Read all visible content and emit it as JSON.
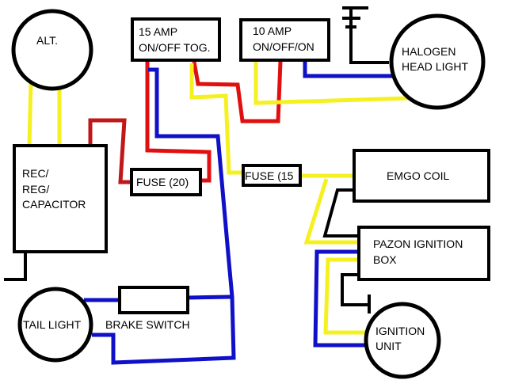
{
  "title": "Motorcycle wiring diagram",
  "colors": {
    "outline": "#000000",
    "red_wire": "#e01010",
    "dark_red_wire": "#c01818",
    "yellow_wire": "#f5f020",
    "blue_wire": "#1010c8",
    "black_wire": "#000000",
    "background": "#ffffff"
  },
  "components": {
    "alternator": {
      "label": "ALT."
    },
    "rec_reg": {
      "line1": "REC/",
      "line2": "REG/",
      "line3": "CAPACITOR"
    },
    "toggle_15": {
      "line1": "15 AMP",
      "line2": "ON/OFF TOG."
    },
    "switch_10": {
      "line1": "10 AMP",
      "line2": "ON/OFF/ON"
    },
    "headlight": {
      "line1": "HALOGEN",
      "line2": "HEAD LIGHT"
    },
    "fuse_20": {
      "label": "FUSE (20)"
    },
    "fuse_15": {
      "label": "FUSE (15"
    },
    "emgo_coil": {
      "label": "EMGO COIL"
    },
    "pazon_box": {
      "line1": "PAZON IGNITION",
      "line2": "BOX"
    },
    "tail_light": {
      "label": "TAIL LIGHT"
    },
    "brake_switch": {
      "label": "BRAKE SWITCH"
    },
    "ignition_unit": {
      "line1": "IGNITION",
      "line2": "UNIT"
    }
  }
}
